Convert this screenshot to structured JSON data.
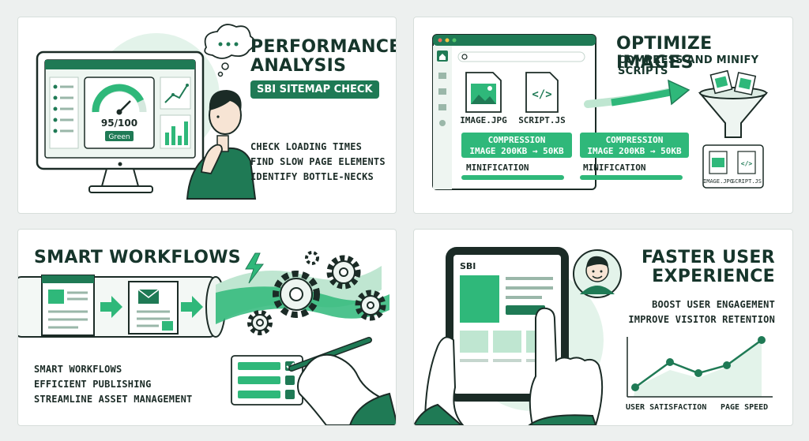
{
  "colors": {
    "primary": "#1f7a55",
    "accent": "#2fb87a",
    "light": "#e3f3ea",
    "ink": "#1b2b26"
  },
  "performance": {
    "title_line1": "PERFORMANCE",
    "title_line2": "ANALYSIS",
    "badge": "SBI SITEMAP CHECK",
    "gauge_value": "95/100",
    "gauge_status": "Green",
    "gauge_level": 0.95,
    "checks": [
      "CHECK LOADING TIMES",
      "FIND SLOW PAGE ELEMENTS",
      "IDENTIFY BOTTLE-NECKS"
    ],
    "icons": [
      "thought-bubble-icon",
      "speed-gauge-icon",
      "line-chart-icon",
      "bar-chart-icon"
    ]
  },
  "optimize": {
    "title": "OPTIMIZE IMAGES",
    "subtitle": "COMPRESS AND MINIFY SCRIPTS",
    "file_image": "IMAGE.JPG",
    "file_script": "SCRIPT.JS",
    "cards": [
      {
        "compression": "COMPRESSION",
        "detail": "IMAGE 200KB → 50KB",
        "minification": "MINIFICATION"
      },
      {
        "compression": "COMPRESSION",
        "detail": "IMAGE 200KB → 50KB",
        "minification": "MINIFICATION"
      }
    ],
    "funnel_out_image": "IMAGE.JPG",
    "funnel_out_script": "SCRIPT.JS",
    "icons": [
      "home-icon",
      "image-file-icon",
      "code-file-icon",
      "arrow-right-icon",
      "funnel-icon"
    ]
  },
  "workflows": {
    "title": "SMART WORKFLOWS",
    "items": [
      "SMART WORKFLOWS",
      "EFFICIENT PUBLISHING",
      "STREAMLINE ASSET MANAGEMENT"
    ],
    "icons": [
      "document-icon",
      "email-icon",
      "gear-icon",
      "lightning-icon",
      "pen-icon",
      "checklist-icon"
    ]
  },
  "experience": {
    "title_line1": "FASTER USER",
    "title_line2": "EXPERIENCE",
    "items": [
      "BOOST USER ENGAGEMENT",
      "IMPROVE VISITOR RETENTION"
    ],
    "tablet_label": "SBI",
    "chart_label_left": "USER SATISFACTION",
    "chart_label_right": "PAGE SPEED",
    "icons": [
      "avatar-icon",
      "tablet-icon",
      "pointing-hand-icon",
      "trend-chart-icon"
    ]
  }
}
